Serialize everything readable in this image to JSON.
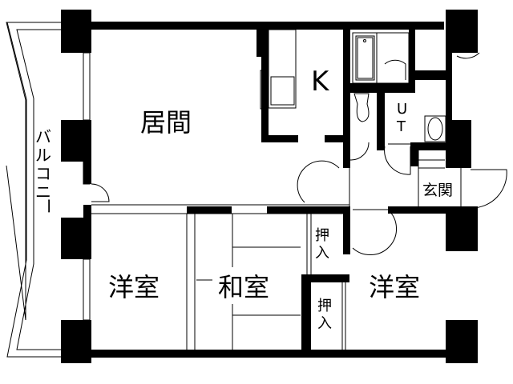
{
  "floor_plan": {
    "rooms": {
      "living": "居間",
      "kitchen": "K",
      "utility": [
        "U",
        "T"
      ],
      "entrance": "玄関",
      "western_room_left": "洋室",
      "japanese_room": "和室",
      "western_room_right": "洋室",
      "closet_upper": [
        "押",
        "入"
      ],
      "closet_lower": [
        "押",
        "入"
      ]
    },
    "balcony": [
      "バ",
      "ル",
      "コ",
      "ニ",
      "ー"
    ]
  }
}
